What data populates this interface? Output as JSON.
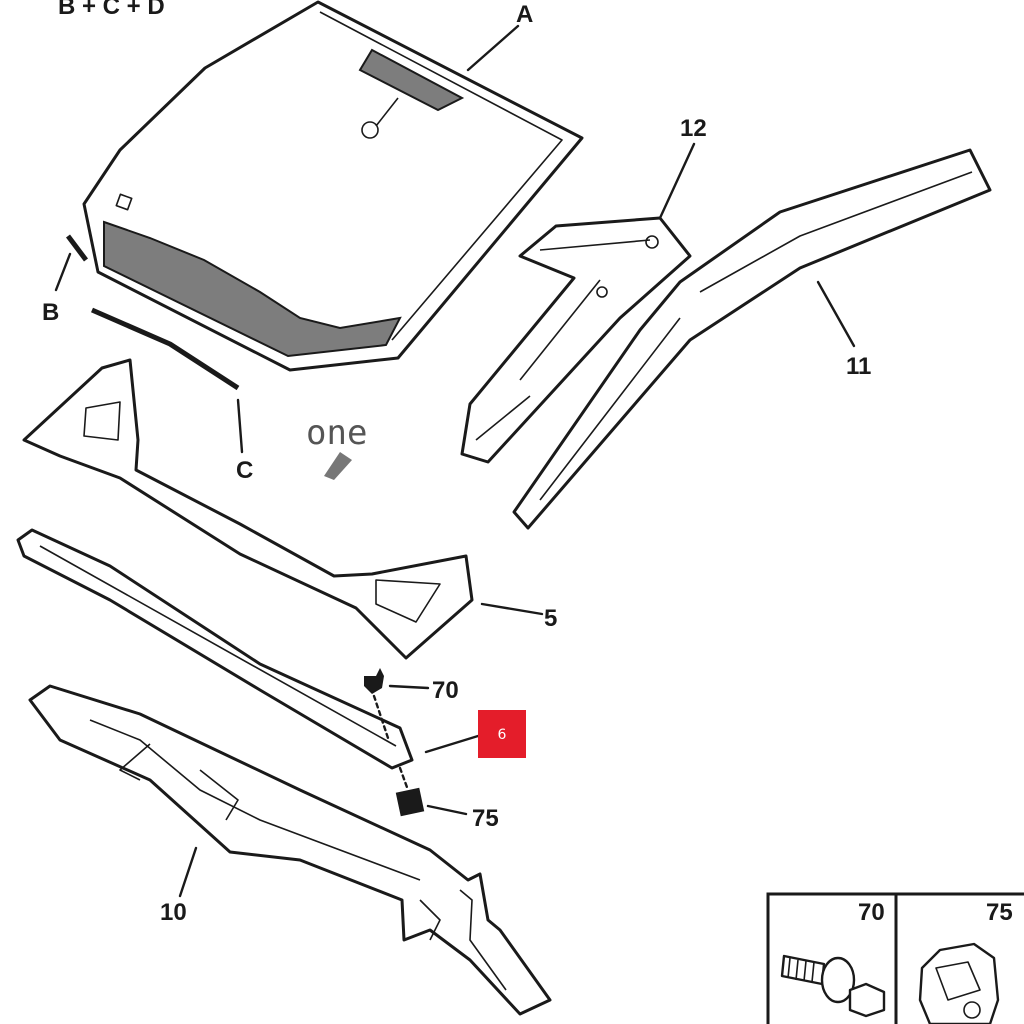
{
  "diagram": {
    "header_text": "B + C + D",
    "watermark_text": "one",
    "part_labels": {
      "a": "A",
      "b": "B",
      "c": "C",
      "p5": "5",
      "p6": "6",
      "p10": "10",
      "p11": "11",
      "p12": "12",
      "p70": "70",
      "p75": "75"
    },
    "legend": {
      "left_cell_label": "70",
      "right_cell_label": "75"
    },
    "colors": {
      "hotspot": "#e41d2a",
      "glass_band": "#7d7d7d",
      "line": "#1a1a1a"
    }
  }
}
